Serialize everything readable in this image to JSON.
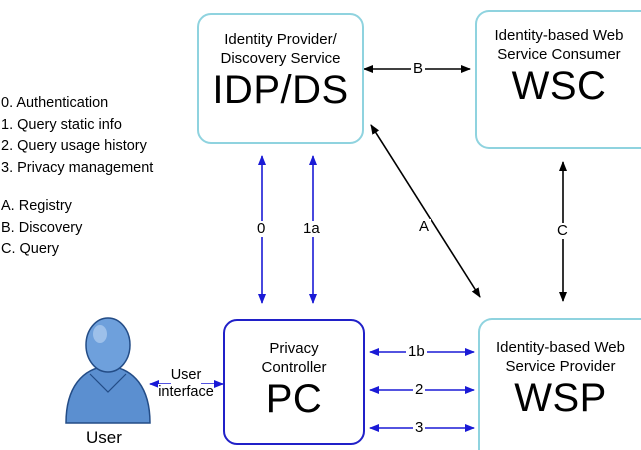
{
  "legend": {
    "numbers": [
      "0. Authentication",
      "1. Query static info",
      "2. Query usage history",
      "3. Privacy management"
    ],
    "letters": [
      "A. Registry",
      "B. Discovery",
      "C. Query"
    ]
  },
  "nodes": {
    "idp": {
      "sub1": "Identity Provider/",
      "sub2": "Discovery Service",
      "title": "IDP/DS"
    },
    "wsc": {
      "sub1": "Identity-based Web",
      "sub2": "Service Consumer",
      "title": "WSC"
    },
    "pc": {
      "sub1": "Privacy",
      "sub2": "Controller",
      "title": "PC"
    },
    "wsp": {
      "sub1": "Identity-based Web",
      "sub2": "Service Provider",
      "title": "WSP"
    }
  },
  "edges": {
    "b": "B",
    "a": "A",
    "c": "C",
    "e0": "0",
    "e1a": "1a",
    "e1b": "1b",
    "e2": "2",
    "e3": "3"
  },
  "user": {
    "label": "User",
    "interface_line1": "User",
    "interface_line2": "interface"
  },
  "colors": {
    "cyan_border": "#8fd3df",
    "blue_border": "#2020c8",
    "blue_arrow": "#1a1ad6",
    "black_arrow": "#000000",
    "user_fill": "#5b8fd0"
  }
}
